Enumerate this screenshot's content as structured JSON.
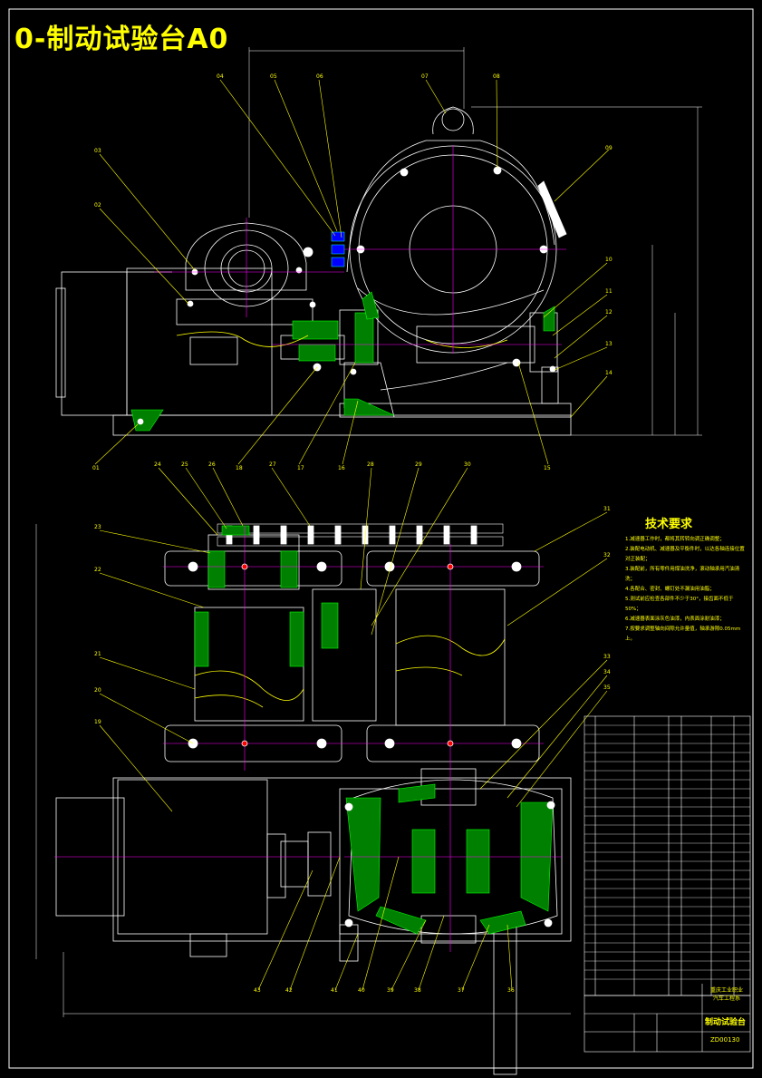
{
  "drawing": {
    "title": "0-制动试验台A0",
    "colors": {
      "background": "#000000",
      "outline": "#ffffff",
      "leader": "#ffff00",
      "centerline": "#ff00ff",
      "section_hatch": "#00ff00",
      "part_fill": "#ffffff",
      "bolt": "#00ffff",
      "break_line": "#ffff00"
    }
  },
  "technical_requirements": {
    "heading": "技术要求",
    "items": [
      "1.减速器工作时，都将其转转向调正确调整；",
      "2.装配电动机、减速器及平衡件时，以达各轴连接位置对正装配；",
      "3.装配前，所有零件用煤油洗净，滚动轴承用汽油清洗；",
      "4.各配合、密封、螺钉处不漏油用油脂；",
      "5.测试前应检查各部件不少于30°，接齿面不低于50%；",
      "6.减速器表面涂灰色油漆，内表面涂耐油漆；",
      "7.按要求调整轴向间隙允许量值，轴承游隙0.05mm上。"
    ]
  },
  "title_block": {
    "drawing_name": "制动试验台",
    "drawing_code": "ZD00130",
    "org_line1": "重庆工业职业",
    "org_line2": "汽车工程系"
  },
  "part_labels": {
    "top": [
      "04",
      "05",
      "06",
      "07",
      "08",
      "09",
      "03",
      "02",
      "10",
      "11",
      "12",
      "13",
      "14",
      "15",
      "16",
      "17",
      "18",
      "01"
    ],
    "bottom": [
      "24",
      "25",
      "26",
      "27",
      "28",
      "29",
      "30",
      "31",
      "32",
      "33",
      "34",
      "35",
      "23",
      "22",
      "21",
      "20",
      "19",
      "36",
      "37",
      "38",
      "39",
      "40",
      "41",
      "42",
      "43"
    ]
  }
}
